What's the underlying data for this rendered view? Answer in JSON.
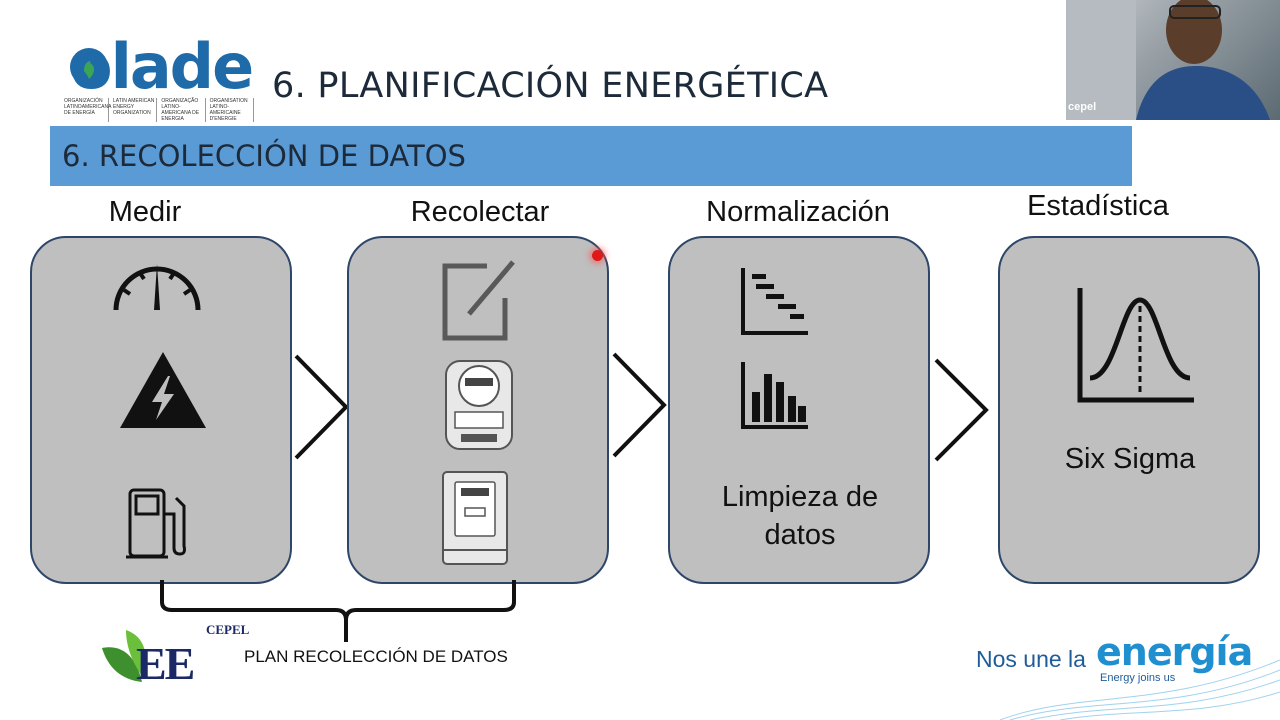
{
  "header": {
    "logo_text": "olade",
    "logo_orgs": [
      "ORGANIZACIÓN LATINOAMERICANA DE ENERGÍA",
      "LATIN AMERICAN ENERGY ORGANIZATION",
      "ORGANIZAÇÃO LATINO-AMERICANA DE ENERGIA",
      "ORGANISATION LATINO-AMERICAINE D'ENERGIE"
    ],
    "title": "6. PLANIFICACIÓN ENERGÉTICA"
  },
  "banner": {
    "text": "6. RECOLECCIÓN DE DATOS",
    "color": "#5b9bd5"
  },
  "steps": [
    {
      "label": "Medir",
      "icons": [
        "speedometer-icon",
        "electric-hazard-icon",
        "fuel-pump-icon"
      ]
    },
    {
      "label": "Recolectar",
      "icons": [
        "edit-note-icon",
        "electric-meter-icon",
        "digital-meter-icon"
      ]
    },
    {
      "label": "Normalización",
      "icons": [
        "gantt-chart-icon",
        "bar-chart-icon"
      ],
      "text_line1": "Limpieza de",
      "text_line2": "datos"
    },
    {
      "label": "Estadística",
      "icons": [
        "bell-curve-icon"
      ],
      "text": "Six Sigma"
    }
  ],
  "brace_label": "PLAN RECOLECCIÓN DE DATOS",
  "webcam": {
    "name": "cepel"
  },
  "footer": {
    "cepel_text": "CEPEL",
    "ee_text": "EE",
    "slogan_prefix": "Nos une la",
    "slogan_brand": "energía",
    "slogan_sub": "Energy joins us"
  },
  "colors": {
    "card_fill": "#bfbfbf",
    "card_border": "#2e4668",
    "brand_blue": "#1f8fd0"
  }
}
